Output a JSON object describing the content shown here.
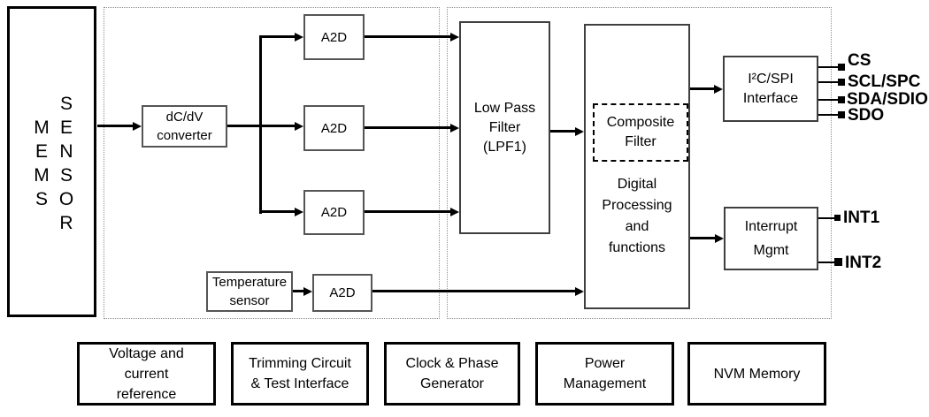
{
  "sensor": {
    "word_left": "M\nE\nM\nS",
    "word_right": "S\nE\nN\nS\nO\nR"
  },
  "blocks": {
    "dcdv": "dC/dV\nconverter",
    "a2d_top": "A2D",
    "a2d_mid": "A2D",
    "a2d_bottom": "A2D",
    "temp_sensor": "Temperature\nsensor",
    "a2d_temp": "A2D",
    "lpf": "Low Pass\nFilter\n(LPF1)",
    "composite_filter": "Composite\nFilter",
    "digital_processing": "Digital\nProcessing\nand\nfunctions",
    "i2c_spi": "I²C/SPI\nInterface",
    "interrupt": "Interrupt\nMgmt"
  },
  "pins": {
    "cs": "CS",
    "scl": "SCL/SPC",
    "sda": "SDA/SDIO",
    "sdo": "SDO",
    "int1": "INT1",
    "int2": "INT2"
  },
  "bottom_blocks": {
    "vref": "Voltage and\ncurrent\nreference",
    "trimming": "Trimming Circuit\n& Test Interface",
    "clock": "Clock & Phase\nGenerator",
    "power": "Power\nManagement",
    "nvm": "NVM Memory"
  },
  "colors": {
    "line": "#000000",
    "inner_box_border": "#555555",
    "container_dotted_border": "#8f8f8f",
    "background": "#ffffff"
  }
}
